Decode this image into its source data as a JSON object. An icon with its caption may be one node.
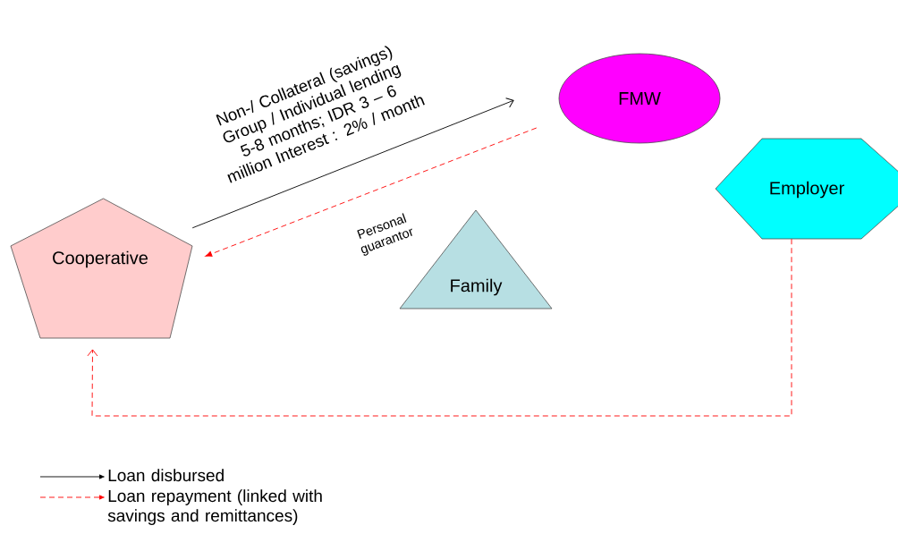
{
  "diagram": {
    "nodes": [
      {
        "text": [
          "Cooperative"
        ]
      },
      {
        "text": [
          "FMW"
        ]
      },
      {
        "text": [
          "Employer"
        ]
      },
      {
        "text": [
          "Family"
        ]
      }
    ],
    "edges": [
      {
        "from": 0,
        "to": 1,
        "arrow": "to",
        "color": "#000000",
        "label": "Non-/ Collateral (savings) Group / Individual lending 5-8 months; IDR 3 – 6 million Interest : 2% / month"
      },
      {
        "from": 1,
        "to": 0,
        "arrow": "to",
        "style": "dashed",
        "color": "#ff0000",
        "label": "Personal guarantor"
      },
      {
        "from": 2,
        "to": 0,
        "arrow": "to",
        "style": "dashed",
        "color": "#ff0000"
      }
    ],
    "legend": [
      {
        "text": "Loan disbursed"
      },
      {
        "text": "Loan repayment  (linked with savings and remittances)"
      }
    ]
  }
}
